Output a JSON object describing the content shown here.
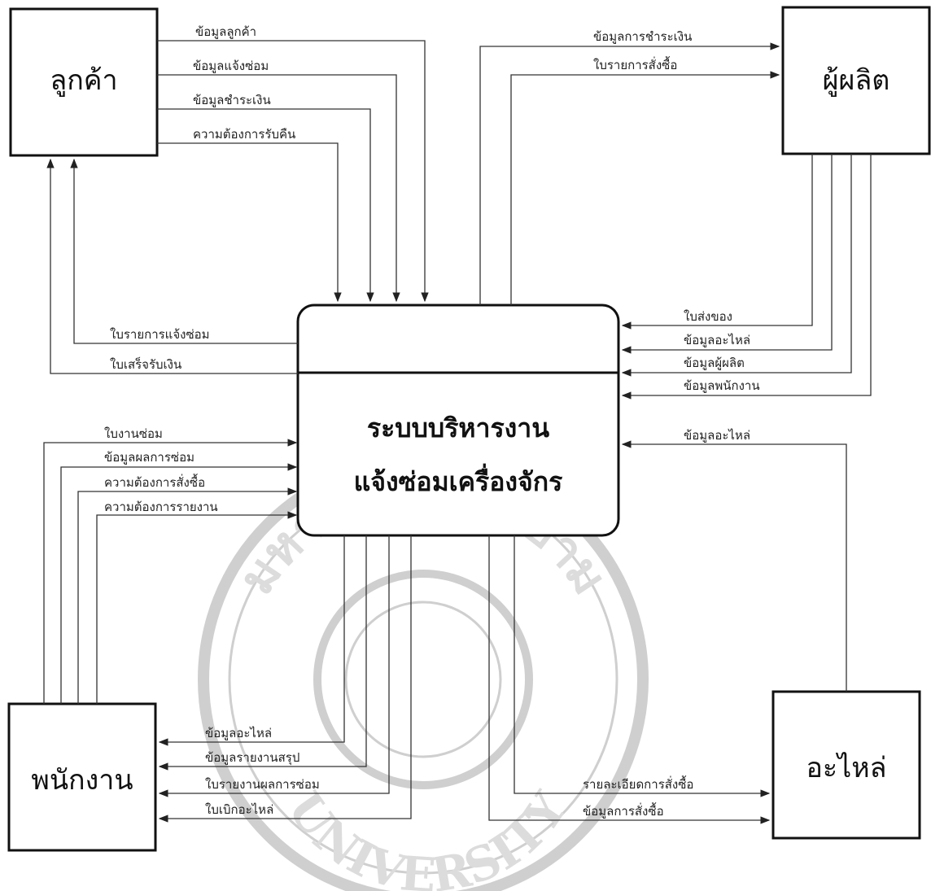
{
  "process": {
    "line1": "ระบบบริหารงาน",
    "line2": "แจ้งซ่อมเครื่องจักร"
  },
  "entities": {
    "customer": "ลูกค้า",
    "manufacturer": "ผู้ผลิต",
    "employee": "พนักงาน",
    "parts": "อะไหล่"
  },
  "flows": {
    "customer_in": [
      "ข้อมูลลูกค้า",
      "ข้อมูลแจ้งซ่อม",
      "ข้อมูลชำระเงิน",
      "ความต้องการรับคืน"
    ],
    "customer_out": [
      "ใบรายการแจ้งซ่อม",
      "ใบเสร็จรับเงิน"
    ],
    "manufacturer_out": [
      "ข้อมูลการชำระเงิน",
      "ใบรายการสั่งซื้อ"
    ],
    "manufacturer_in": [
      "ใบส่งของ",
      "ข้อมูลอะไหล่",
      "ข้อมูลผู้ผลิต",
      "ข้อมูลพนักงาน"
    ],
    "parts_in": [
      "ข้อมูลอะไหล่"
    ],
    "employee_in": [
      "ใบงานซ่อม",
      "ข้อมูลผลการซ่อม",
      "ความต้องการสั่งซื้อ",
      "ความต้องการรายงาน"
    ],
    "employee_out": [
      "ข้อมูลอะไหล่",
      "ข้อมูลรายงานสรุป",
      "ใบรายงานผลการซ่อม",
      "ใบเบิกอะไหล่"
    ],
    "parts_out": [
      "รายละเอียดการสั่งซื้อ",
      "ข้อมูลการสั่งซื้อ"
    ]
  },
  "watermark": {
    "top_text": "มหาวิทยาลัยสยาม",
    "bottom_text": "UNIVERSITY"
  }
}
